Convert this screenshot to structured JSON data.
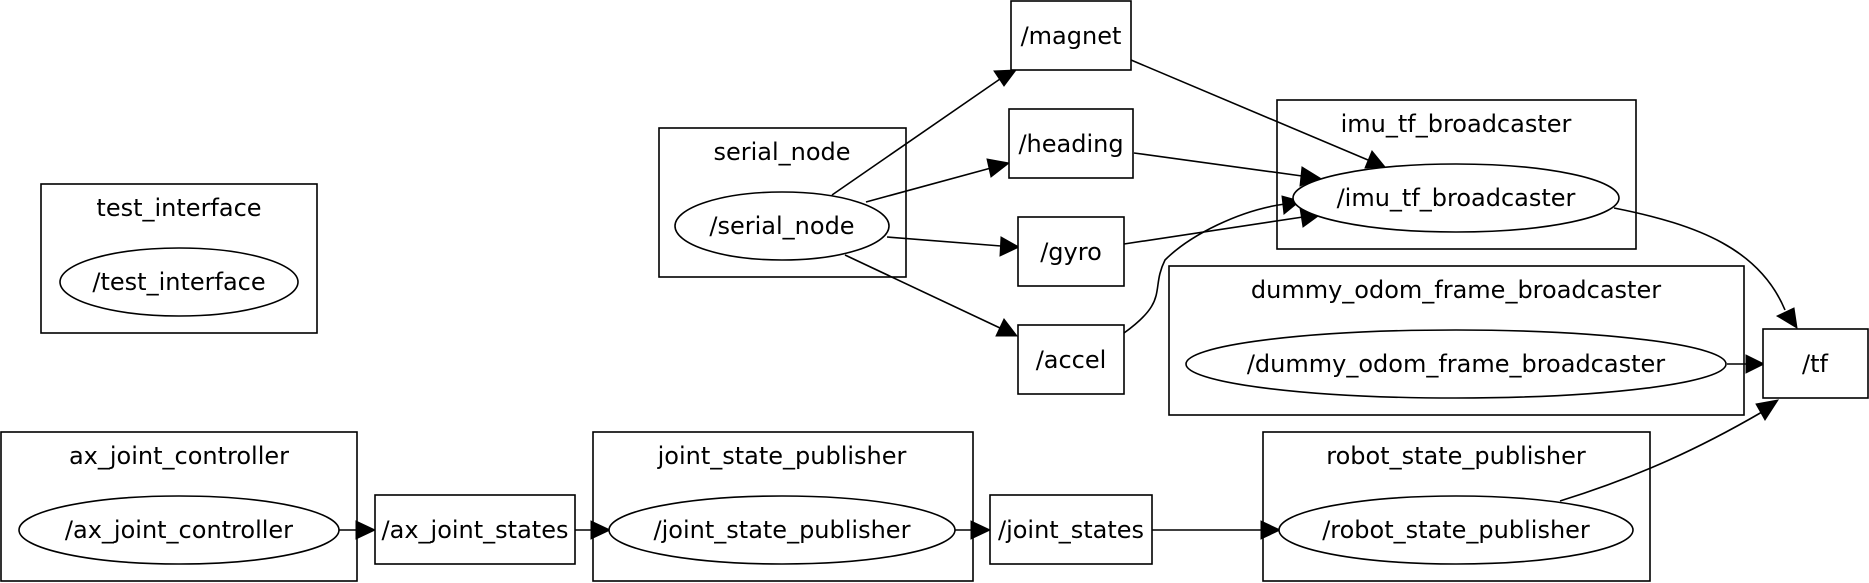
{
  "clusters": {
    "test_interface": "test_interface",
    "serial_node": "serial_node",
    "imu_tf_broadcaster": "imu_tf_broadcaster",
    "dummy_odom_frame_broadcaster": "dummy_odom_frame_broadcaster",
    "ax_joint_controller": "ax_joint_controller",
    "joint_state_publisher": "joint_state_publisher",
    "robot_state_publisher": "robot_state_publisher"
  },
  "nodes": {
    "test_interface": "/test_interface",
    "serial_node": "/serial_node",
    "imu_tf_broadcaster": "/imu_tf_broadcaster",
    "dummy_odom_frame_broadcaster": "/dummy_odom_frame_broadcaster",
    "ax_joint_controller": "/ax_joint_controller",
    "joint_state_publisher": "/joint_state_publisher",
    "robot_state_publisher": "/robot_state_publisher"
  },
  "topics": {
    "magnet": "/magnet",
    "heading": "/heading",
    "gyro": "/gyro",
    "accel": "/accel",
    "tf": "/tf",
    "ax_joint_states": "/ax_joint_states",
    "joint_states": "/joint_states"
  }
}
